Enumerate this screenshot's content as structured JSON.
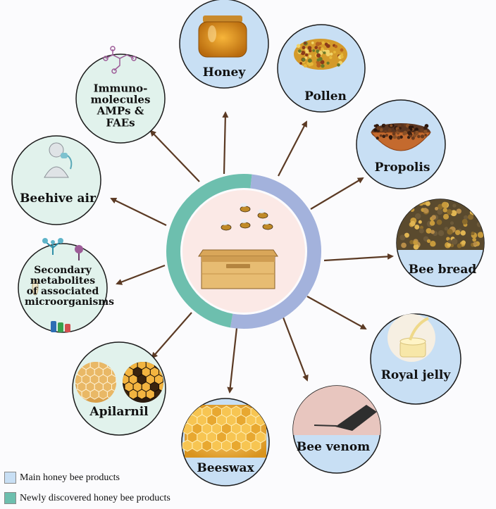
{
  "colors": {
    "main": "#c8dff4",
    "new": "#e1f2ec",
    "ring_main": "#a3b2dc",
    "ring_new": "#6dbfae",
    "center": "#fbe9e6",
    "arrow": "#5b3a24",
    "node_border": "#1c1c1c"
  },
  "center": {
    "icon": "beehive-with-bees-icon"
  },
  "nodes": [
    {
      "id": "honey",
      "label": "Honey",
      "category": "main",
      "icon": "honey-jar-icon"
    },
    {
      "id": "pollen",
      "label": "Pollen",
      "category": "main",
      "icon": "pollen-pellets-icon"
    },
    {
      "id": "propolis",
      "label": "Propolis",
      "category": "main",
      "icon": "propolis-bowl-icon"
    },
    {
      "id": "bee-bread",
      "label": "Bee bread",
      "category": "main",
      "icon": "bee-bread-comb-icon"
    },
    {
      "id": "royal-jelly",
      "label": "Royal jelly",
      "category": "main",
      "icon": "royal-jelly-jar-icon"
    },
    {
      "id": "bee-venom",
      "label": "Bee venom",
      "category": "main",
      "icon": "bee-stinger-icon"
    },
    {
      "id": "beeswax",
      "label": "Beeswax",
      "category": "main",
      "icon": "honeycomb-wax-icon"
    },
    {
      "id": "apilarnil",
      "label": "Apilarnil",
      "category": "new",
      "icon": "drone-brood-comb-icon"
    },
    {
      "id": "secondary-metabolites",
      "label": "Secondary metabolites of associated microorganisms",
      "category": "new",
      "icon": "microorganisms-icon"
    },
    {
      "id": "beehive-air",
      "label": "Beehive air",
      "category": "new",
      "icon": "inhaler-mask-icon"
    },
    {
      "id": "immuno-molecules",
      "label": "Immuno- molecules AMPs & FAEs",
      "category": "new",
      "icon": "molecule-structure-icon"
    }
  ],
  "legend": [
    {
      "label": "Main honey bee products",
      "category": "main"
    },
    {
      "label": "Newly discovered honey bee products",
      "category": "new"
    }
  ]
}
